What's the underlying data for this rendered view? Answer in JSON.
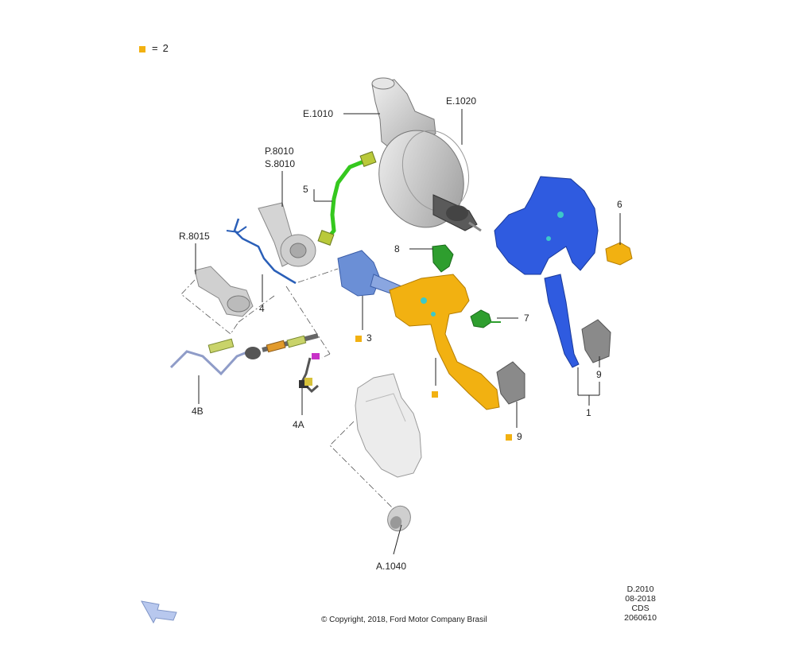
{
  "legend": {
    "marker_color": "#f2b111",
    "equals": "=",
    "value": "2"
  },
  "labels": {
    "e1010": "E.1010",
    "e1020": "E.1020",
    "p8010": "P.8010",
    "s8010": "S.8010",
    "r8015": "R.8015",
    "n5": "5",
    "n8": "8",
    "n6": "6",
    "n7": "7",
    "n4": "4",
    "n3": "3",
    "n4b": "4B",
    "n4a": "4A",
    "n9a": "9",
    "n9b": "9",
    "n1": "1",
    "a1040": "A.1040"
  },
  "code_block": [
    "D.2010",
    "08-2018",
    "CDS",
    "2060610"
  ],
  "copyright": "© Copyright, 2018, Ford Motor Company Brasil",
  "colors": {
    "blue_bracket": "#2f5be0",
    "yellow_pedal": "#f2b111",
    "green_hose": "#35c81e",
    "green_switch": "#2e9e2e",
    "cylinder_blue": "#6b8fd6",
    "line_blue": "#2a5fb8",
    "gray_part": "#c8c8c8",
    "arrow_fill": "#b8c8ee"
  },
  "icons": {
    "orientation": "direction-arrow-icon"
  }
}
